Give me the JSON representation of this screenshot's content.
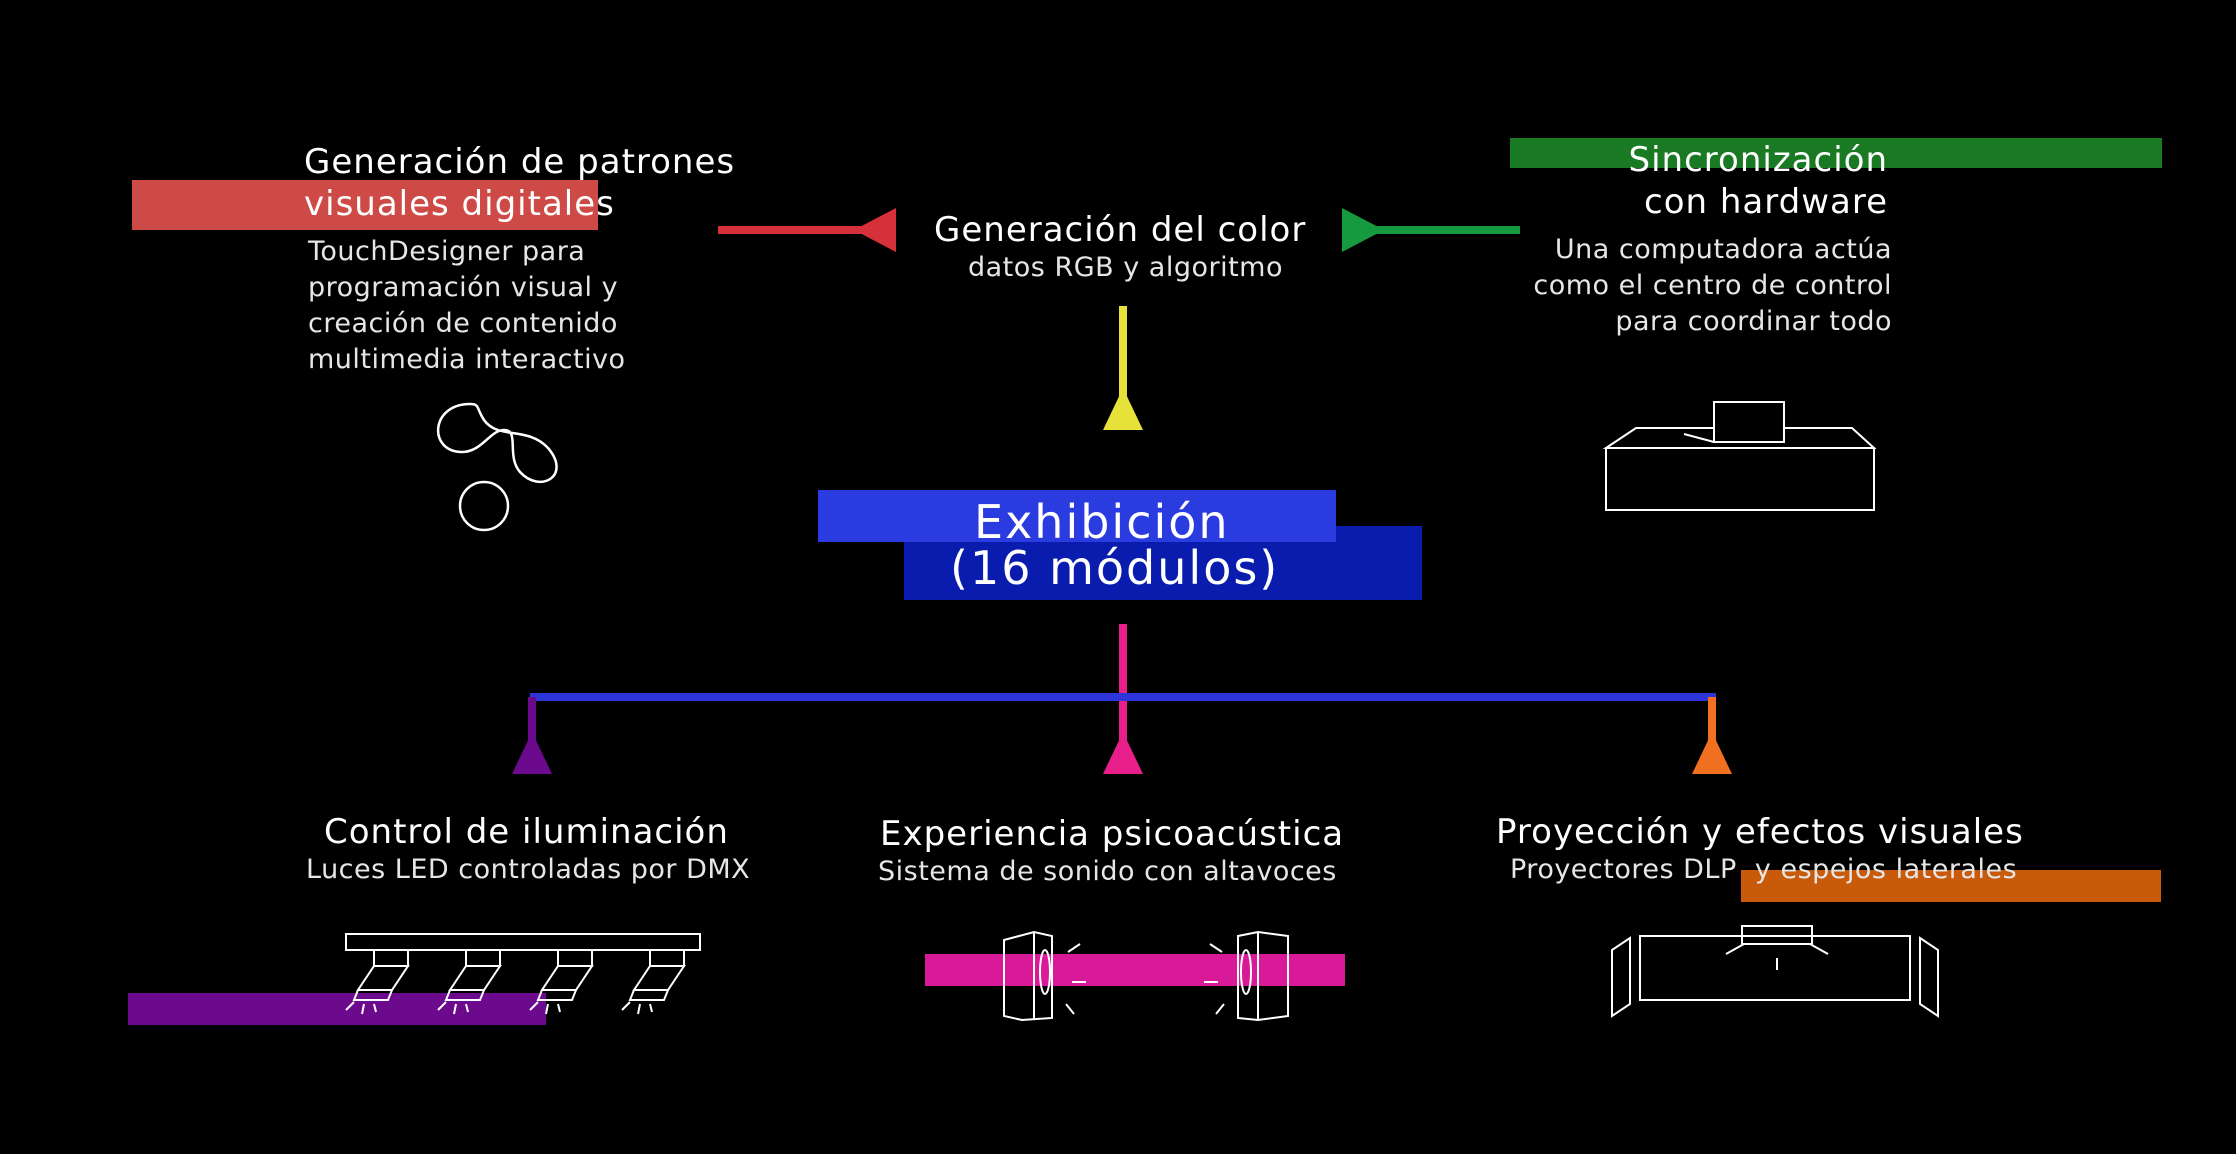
{
  "colors": {
    "background": "#000000",
    "red": "#cd4a46",
    "red_arrow": "#d6303a",
    "green": "#1a7a24",
    "green_arrow": "#159a40",
    "yellow": "#e6e23a",
    "blue_light": "#2a3be0",
    "blue_dark": "#0a1cad",
    "blue_line": "#2d35d8",
    "purple": "#6b0a8c",
    "pink": "#e81e8a",
    "magenta_bar": "#d81a98",
    "orange": "#f07020",
    "orange_bar": "#c85a0a"
  },
  "nodes": {
    "patrones": {
      "title_line1": "Generación de patrones",
      "title_line2": "visuales digitales",
      "desc_line1": "TouchDesigner para",
      "desc_line2": "programación visual y",
      "desc_line3": "creación de contenido",
      "desc_line4": "multimedia interactivo",
      "icon": "touchdesigner-logo-icon"
    },
    "color": {
      "title": "Generación del color",
      "subtitle": "datos RGB y algoritmo"
    },
    "hardware": {
      "title_line1": "Sincronización",
      "title_line2": "con hardware",
      "desc_line1": "Una computadora actúa",
      "desc_line2": "como el centro de control",
      "desc_line3": "para coordinar todo",
      "icon": "computer-desk-icon"
    },
    "exhibicion": {
      "title_line1": "Exhibición",
      "title_line2": "(16 módulos)"
    },
    "iluminacion": {
      "title": "Control de iluminación",
      "subtitle": "Luces LED controladas por DMX",
      "icon": "led-light-bar-icon"
    },
    "psicoacustica": {
      "title": "Experiencia psicoacústica",
      "subtitle": "Sistema de sonido con altavoces",
      "icon": "speakers-icon"
    },
    "proyeccion": {
      "title": "Proyección y efectos visuales",
      "subtitle": "Proyectores DLP  y espejos laterales",
      "icon": "projector-mirrors-icon"
    }
  }
}
